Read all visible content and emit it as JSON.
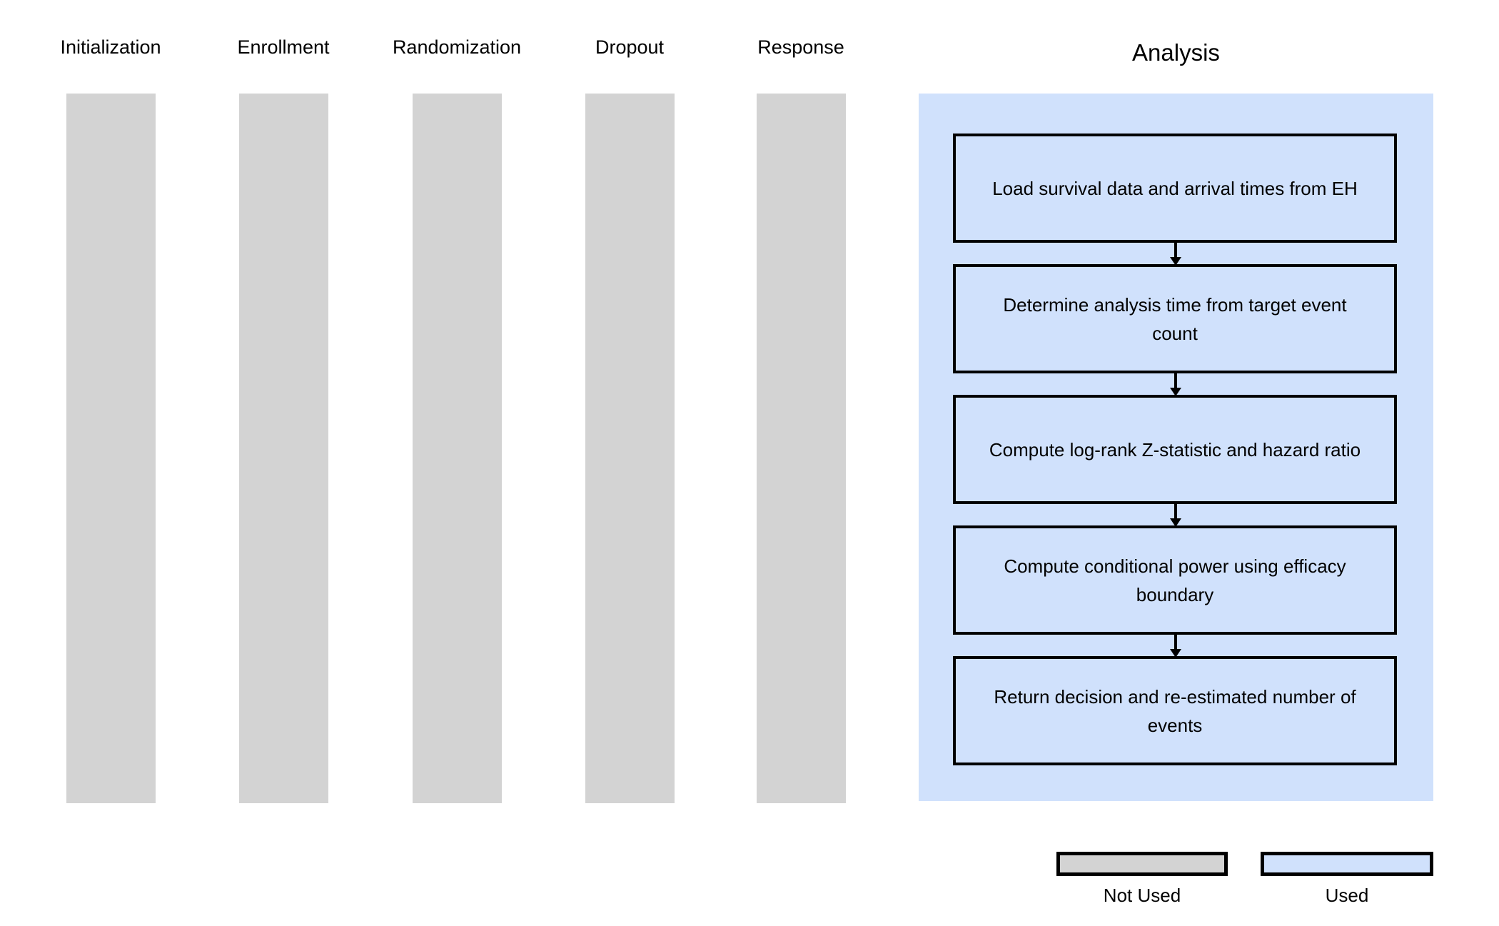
{
  "figure": {
    "legend": {
      "items": [
        {
          "label": "Not Used",
          "color": "#d3d3d3"
        },
        {
          "label": "Used",
          "color": "#d0e1fc"
        }
      ]
    },
    "colors": {
      "not_used": "#d3d3d3",
      "used": "#d0e1fc",
      "outline": "#000000",
      "background": "#ffffff"
    }
  },
  "columns": [
    {
      "title": "Initialization",
      "state": "not-used"
    },
    {
      "title": "Enrollment",
      "state": "not-used"
    },
    {
      "title": "Randomization",
      "state": "not-used"
    },
    {
      "title": "Dropout",
      "state": "not-used"
    },
    {
      "title": "Response",
      "state": "not-used"
    }
  ],
  "analysis": {
    "title": "Analysis",
    "state": "used",
    "steps": [
      {
        "text": "Load survival data and arrival times from EH"
      },
      {
        "text": "Determine analysis time from target event count"
      },
      {
        "text": "Compute log-rank Z-statistic and hazard ratio"
      },
      {
        "text": "Compute conditional power using efficacy boundary"
      },
      {
        "text": "Return decision and re-estimated number of events"
      }
    ]
  }
}
